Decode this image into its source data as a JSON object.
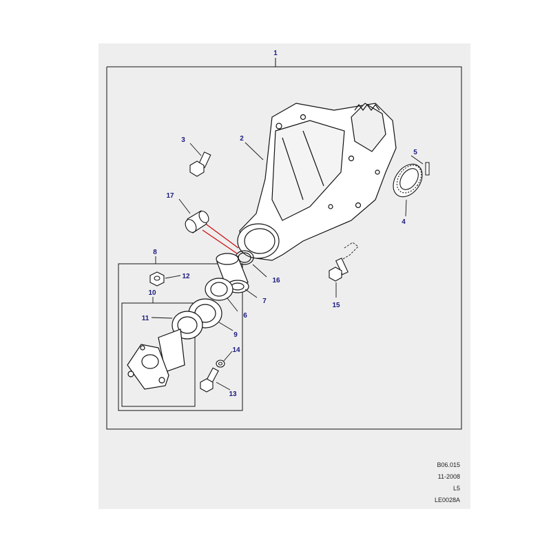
{
  "callouts": {
    "c1": "1",
    "c2": "2",
    "c3": "3",
    "c4": "4",
    "c5": "5",
    "c6": "6",
    "c7": "7",
    "c8": "8",
    "c9": "9",
    "c10": "10",
    "c11": "11",
    "c12": "12",
    "c13": "13",
    "c14": "14",
    "c15": "15",
    "c16": "16",
    "c17": "17"
  },
  "footer": {
    "ref": "B06.015",
    "date": "11-2008",
    "level": "L5",
    "code": "LE0028A"
  },
  "colors": {
    "sheet": "#eeeeee",
    "callout": "#1a1a80",
    "leader_red": "#cc0000",
    "line": "#111111"
  }
}
